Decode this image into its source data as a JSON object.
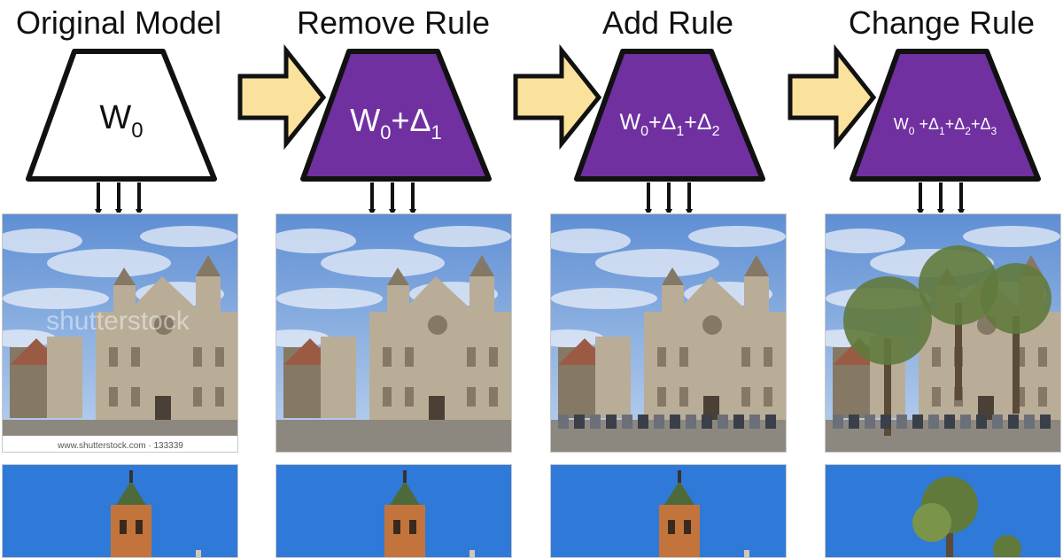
{
  "columns": [
    {
      "title": "Original Model",
      "weight_base": "W",
      "weight_sub": "0",
      "deltas": [],
      "style": "white"
    },
    {
      "title": "Remove Rule",
      "weight_base": "W",
      "weight_sub": "0",
      "deltas": [
        "1"
      ],
      "style": "purple"
    },
    {
      "title": "Add Rule",
      "weight_base": "W",
      "weight_sub": "0",
      "deltas": [
        "1",
        "2"
      ],
      "style": "purple"
    },
    {
      "title": "Change Rule",
      "weight_base": "W",
      "weight_sub": "0",
      "deltas": [
        "1",
        "2",
        "3"
      ],
      "style": "purple"
    }
  ],
  "watermark": {
    "text": "shutterstock",
    "caption": "www.shutterstock.com · 133339"
  },
  "colors": {
    "purple": "#7030a0",
    "arrow_fill": "#fbe29c",
    "outline": "#111111",
    "sky_top": "#5f8fd4",
    "sky_bottom": "#bcd3ee",
    "clouds": "#e9eff8",
    "stone": "#b9ad98",
    "stone_dark": "#857864",
    "ground": "#8d887f",
    "tree": "#607a3c",
    "bright_sky": "#2f7ad8",
    "brick": "#c3743c"
  }
}
